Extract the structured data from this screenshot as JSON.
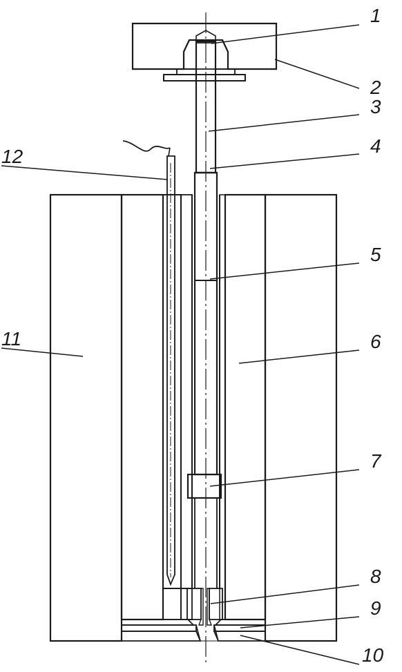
{
  "colors": {
    "ink": "#1a1a1a",
    "paper": "#ffffff"
  },
  "labels": [
    {
      "id": "1",
      "text": "1"
    },
    {
      "id": "2",
      "text": "2"
    },
    {
      "id": "3",
      "text": "3"
    },
    {
      "id": "4",
      "text": "4"
    },
    {
      "id": "5",
      "text": "5"
    },
    {
      "id": "6",
      "text": "6"
    },
    {
      "id": "7",
      "text": "7"
    },
    {
      "id": "8",
      "text": "8"
    },
    {
      "id": "9",
      "text": "9"
    },
    {
      "id": "10",
      "text": "10"
    },
    {
      "id": "11",
      "text": "11"
    },
    {
      "id": "12",
      "text": "12"
    }
  ]
}
